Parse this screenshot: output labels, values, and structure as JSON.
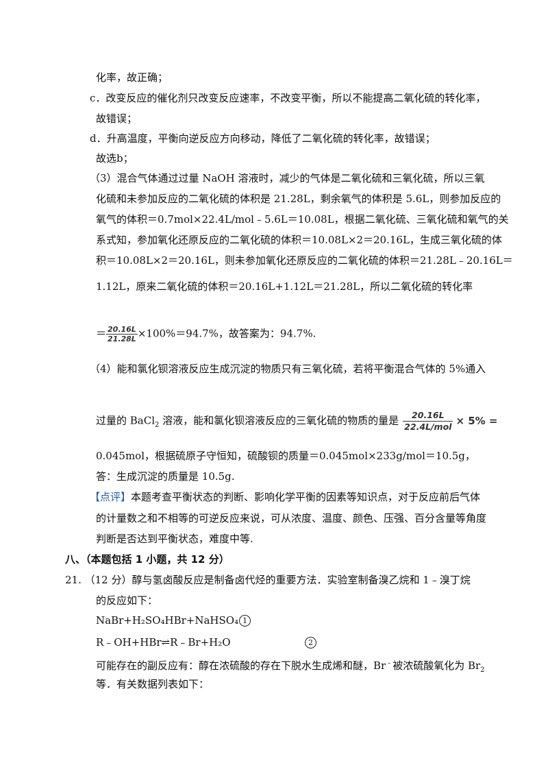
{
  "lines": {
    "l01": "化率，故正确；",
    "l02": "c．改变反应的催化剂只改变反应速率，不改变平衡，所以不能提高二氧化硫的转化率，",
    "l03": "故错误；",
    "l04": "d．升高温度，平衡向逆反应方向移动，降低了二氧化硫的转化率，故错误；",
    "l05": "故选b；",
    "l06": "（3）混合气体通过过量 NaOH 溶液时，减少的气体是二氧化硫和三氧化硫，所以三氧",
    "l07": "化硫和未参加反应的二氧化硫的体积是 21.28L，剩余氧气的体积是 5.6L，则参加反应的",
    "l08": "氧气的体积＝0.7mol×22.4L/mol﹣5.6L＝10.08L，根据二氧化硫、三氧化硫和氧气的关",
    "l09": "系式知，参加氧化还原反应的二氧化硫的体积＝10.08L×2＝20.16L，生成三氧化硫的体",
    "l10": "积＝10.08L×2＝20.16L，则未参加氧化还原反应的二氧化硫的体积＝21.28L﹣20.16L＝",
    "l11": "1.12L，原来二氧化硫的体积＝20.16L+1.12L＝21.28L，所以二氧化硫的转化率",
    "l12_pre": "＝",
    "l12_num": "20.16L",
    "l12_den": "21.28L",
    "l12_post": "×100%＝94.7%，故答案为：94.7%.",
    "l13": "（4）能和氯化钡溶液反应生成沉淀的物质只有三氧化硫，若将平衡混合气体的 5%通入",
    "l14_pre": "过量的 BaCl",
    "l14_sub": "2",
    "l14_mid": " 溶液，能和氯化钡溶液反应的三氧化硫的物质的量是",
    "l14_num": "20.16L",
    "l14_den": "22.4L/mol",
    "l14_post": "× 5% =",
    "l15": "0.045mol，根据硫原子守恒知，硫酸钡的质量＝0.045mol×233g/mol＝10.5g，",
    "l16": "答：生成沉淀的质量是 10.5g.",
    "l17_tag": "【点评】",
    "l17": "本题考查平衡状态的判断、影响化学平衡的因素等知识点，对于反应前后气体",
    "l18": "的计量数之和不相等的可逆反应来说，可从浓度、温度、颜色、压强、百分含量等角度",
    "l19": "判断是否达到平衡状态，难度中等.",
    "l20": "八、（本题包括 1 小题，共 12 分）",
    "l21": "21.  （12 分）醇与氢卤酸反应是制备卤代烃的重要方法．实验室制备溴乙烷和 1﹣溴丁烷",
    "l22": "的反应如下：",
    "eq1": "NaBr+H₂SO₄HBr+NaHSO₄",
    "eq1_mark": "1",
    "eq2": "R﹣OH+HBr⇌R﹣Br+H₂O",
    "eq2_mark": "2",
    "l25_a": "可能存在的副反应有：醇在浓硫酸的存在下脱水生成烯和醚，Br",
    "l25_sup": "﹣",
    "l25_b": "被浓硫酸氧化为 Br",
    "l25_sub": "2",
    "l26": "等．有关数据列表如下："
  }
}
